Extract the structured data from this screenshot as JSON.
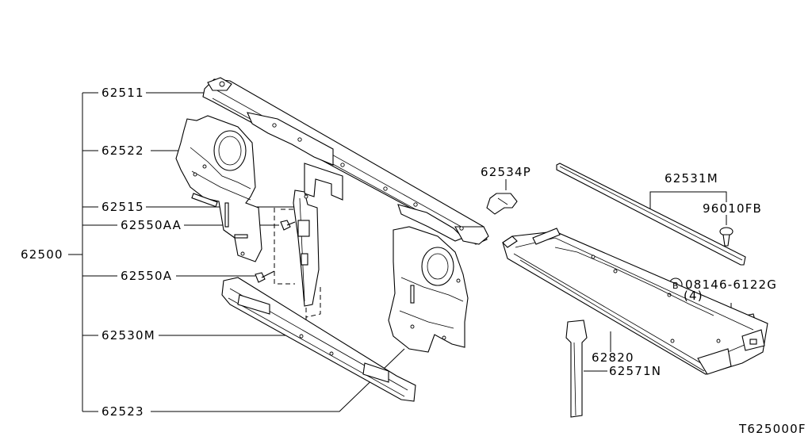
{
  "diagram": {
    "drawing_code": "T625000F",
    "parts": {
      "p62511": "62511",
      "p62522": "62522",
      "p62515": "62515",
      "p62550AA": "62550AA",
      "p62500": "62500",
      "p62550A": "62550A",
      "p62530M": "62530M",
      "p62523": "62523",
      "p62534P": "62534P",
      "p62531M": "62531M",
      "p96010FB": "96010FB",
      "bolt_marker": "B",
      "bolt_code": "08146-6122G",
      "bolt_qty": "(4)",
      "p62820": "62820",
      "p62571N": "62571N"
    }
  }
}
